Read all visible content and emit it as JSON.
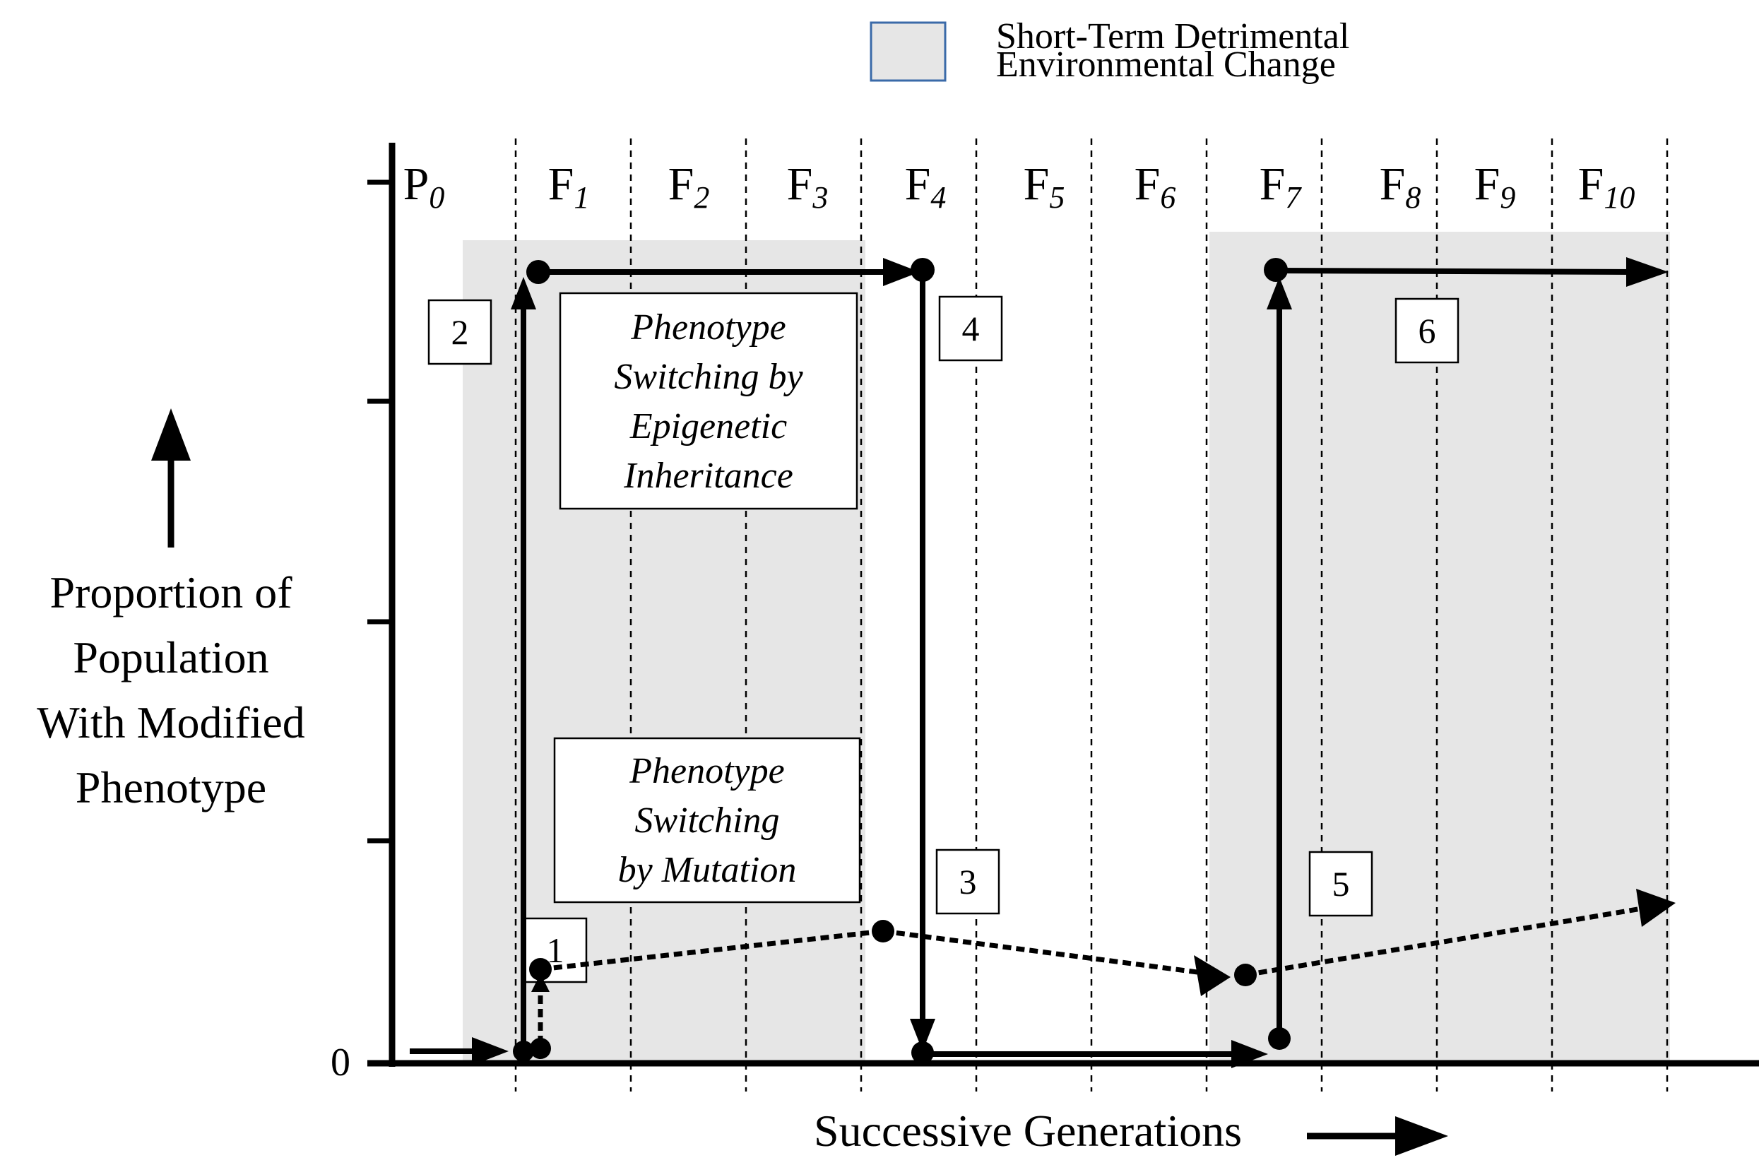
{
  "legend": {
    "line1": "Short-Term Detrimental",
    "line2": "Environmental Change",
    "fill_color": "#e6e6e6",
    "border_color": "#3a6aa8"
  },
  "y_axis": {
    "label_lines": [
      "Proportion of",
      "Population",
      "With Modified",
      "Phenotype"
    ],
    "zero_label": "0"
  },
  "x_axis": {
    "label": "Successive Generations"
  },
  "generations": [
    {
      "letter": "P",
      "sub": "0"
    },
    {
      "letter": "F",
      "sub": "1"
    },
    {
      "letter": "F",
      "sub": "2"
    },
    {
      "letter": "F",
      "sub": "3"
    },
    {
      "letter": "F",
      "sub": "4"
    },
    {
      "letter": "F",
      "sub": "5"
    },
    {
      "letter": "F",
      "sub": "6"
    },
    {
      "letter": "F",
      "sub": "7"
    },
    {
      "letter": "F",
      "sub": "8"
    },
    {
      "letter": "F",
      "sub": "9"
    },
    {
      "letter": "F",
      "sub": "10"
    }
  ],
  "boxes": {
    "epigenetic": [
      "Phenotype",
      "Switching by",
      "Epigenetic",
      "Inheritance"
    ],
    "mutation": [
      "Phenotype",
      "Switching",
      "by Mutation"
    ]
  },
  "steps": [
    "1",
    "2",
    "3",
    "4",
    "5",
    "6"
  ],
  "colors": {
    "line": "#000000",
    "shade": "#e6e6e6"
  }
}
